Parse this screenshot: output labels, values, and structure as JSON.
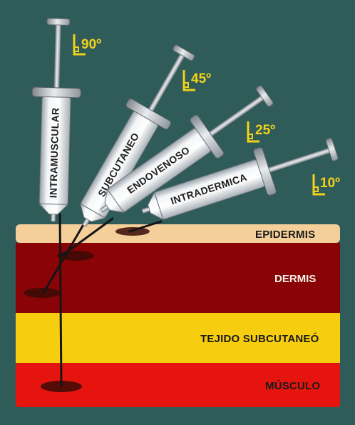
{
  "colors": {
    "background": "#2f5b58",
    "epidermis": "#f5cf9a",
    "dermis": "#8a0407",
    "subcutaneous": "#f7cd10",
    "muscle": "#e6140e",
    "angle_marker": "#f2d21a"
  },
  "layers": [
    {
      "id": "epidermis",
      "label": "EPIDERMIS"
    },
    {
      "id": "dermis",
      "label": "DERMIS"
    },
    {
      "id": "subcutaneous",
      "label": "TEJIDO SUBCUTANEÓ"
    },
    {
      "id": "muscle",
      "label": "MÚSCULO"
    }
  ],
  "syringes": [
    {
      "id": "intramuscular",
      "label": "INTRAMUSCULAR",
      "angle": "90º"
    },
    {
      "id": "subcutaneous",
      "label": "SUBCUTANEO",
      "angle": "45º"
    },
    {
      "id": "intravenous",
      "label": "ENDOVENOSO",
      "angle": "25º"
    },
    {
      "id": "intradermal",
      "label": "INTRADERMICA",
      "angle": "10º"
    }
  ]
}
